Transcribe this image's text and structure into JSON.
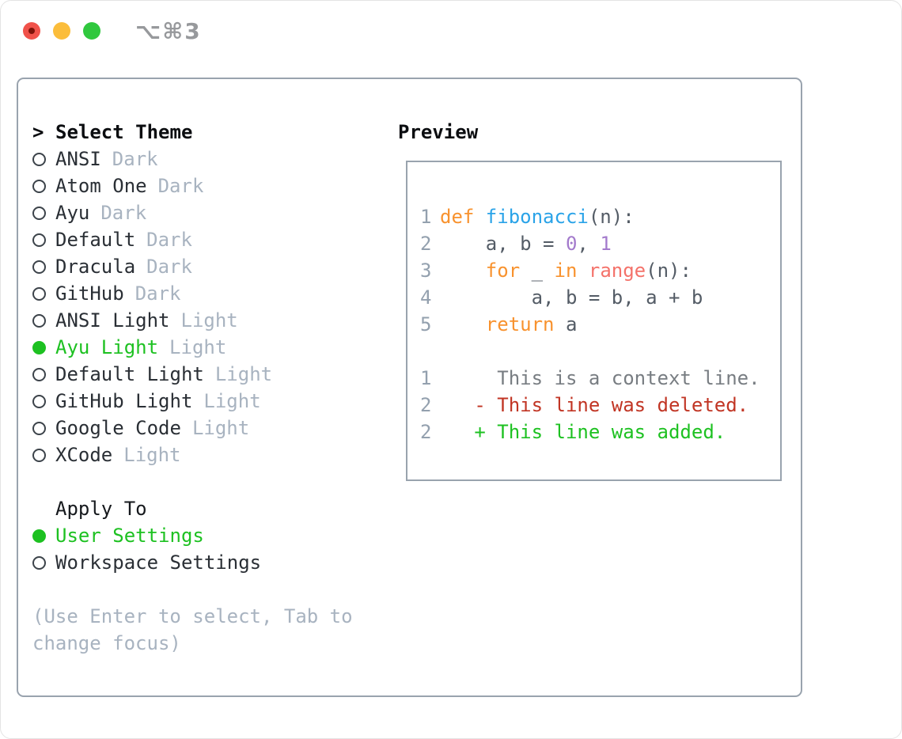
{
  "window": {
    "title_shortcut": "⌥⌘3"
  },
  "select_theme": {
    "prompt": ">",
    "header": "Select Theme",
    "items": [
      {
        "name": "ANSI",
        "variant": "Dark",
        "selected": false
      },
      {
        "name": "Atom One",
        "variant": "Dark",
        "selected": false
      },
      {
        "name": "Ayu",
        "variant": "Dark",
        "selected": false
      },
      {
        "name": "Default",
        "variant": "Dark",
        "selected": false
      },
      {
        "name": "Dracula",
        "variant": "Dark",
        "selected": false
      },
      {
        "name": "GitHub",
        "variant": "Dark",
        "selected": false
      },
      {
        "name": "ANSI Light",
        "variant": "Light",
        "selected": false
      },
      {
        "name": "Ayu Light",
        "variant": "Light",
        "selected": true
      },
      {
        "name": "Default Light",
        "variant": "Light",
        "selected": false
      },
      {
        "name": "GitHub Light",
        "variant": "Light",
        "selected": false
      },
      {
        "name": "Google Code",
        "variant": "Light",
        "selected": false
      },
      {
        "name": "XCode",
        "variant": "Light",
        "selected": false
      }
    ]
  },
  "apply_to": {
    "header": "Apply To",
    "options": [
      {
        "label": "User Settings",
        "selected": true
      },
      {
        "label": "Workspace Settings",
        "selected": false
      }
    ]
  },
  "hint": "(Use Enter to select, Tab to change focus)",
  "preview": {
    "header": "Preview",
    "palette": {
      "keyword": "#f8922e",
      "function": "#2aa3e8",
      "number": "#a37acc",
      "call": "#f4726a",
      "foreground": "#545c66",
      "context": "#787d82",
      "deleted": "#c13524",
      "added": "#1dc121"
    },
    "lines": [
      {
        "no": "1",
        "tokens": [
          {
            "t": "def ",
            "c": "keyword"
          },
          {
            "t": "fibonacci",
            "c": "function"
          },
          {
            "t": "(n):",
            "c": "foreground"
          }
        ]
      },
      {
        "no": "2",
        "tokens": [
          {
            "t": "    a, b = ",
            "c": "foreground"
          },
          {
            "t": "0",
            "c": "number"
          },
          {
            "t": ", ",
            "c": "foreground"
          },
          {
            "t": "1",
            "c": "number"
          }
        ]
      },
      {
        "no": "3",
        "tokens": [
          {
            "t": "    ",
            "c": "foreground"
          },
          {
            "t": "for",
            "c": "keyword"
          },
          {
            "t": " _ ",
            "c": "foreground"
          },
          {
            "t": "in",
            "c": "keyword"
          },
          {
            "t": " ",
            "c": "foreground"
          },
          {
            "t": "range",
            "c": "call"
          },
          {
            "t": "(n):",
            "c": "foreground"
          }
        ]
      },
      {
        "no": "4",
        "tokens": [
          {
            "t": "        a, b = b, a + b",
            "c": "foreground"
          }
        ]
      },
      {
        "no": "5",
        "tokens": [
          {
            "t": "    ",
            "c": "foreground"
          },
          {
            "t": "return",
            "c": "keyword"
          },
          {
            "t": " a",
            "c": "foreground"
          }
        ]
      },
      {
        "no": "",
        "tokens": []
      },
      {
        "no": "1",
        "tokens": [
          {
            "t": "     This is a context line.",
            "c": "context"
          }
        ]
      },
      {
        "no": "2",
        "tokens": [
          {
            "t": "   - This line was deleted.",
            "c": "deleted"
          }
        ]
      },
      {
        "no": "2",
        "tokens": [
          {
            "t": "   + This line was added.",
            "c": "added"
          }
        ]
      }
    ]
  },
  "colors": {
    "selected_green": "#1dc121",
    "tag_gray": "#a8b3c0",
    "panel_border": "#99a3ae",
    "gutter_gray": "#93a0ae",
    "traffic_red": "#f0524a",
    "traffic_yellow": "#fbbd3b",
    "traffic_green": "#30c83e"
  }
}
